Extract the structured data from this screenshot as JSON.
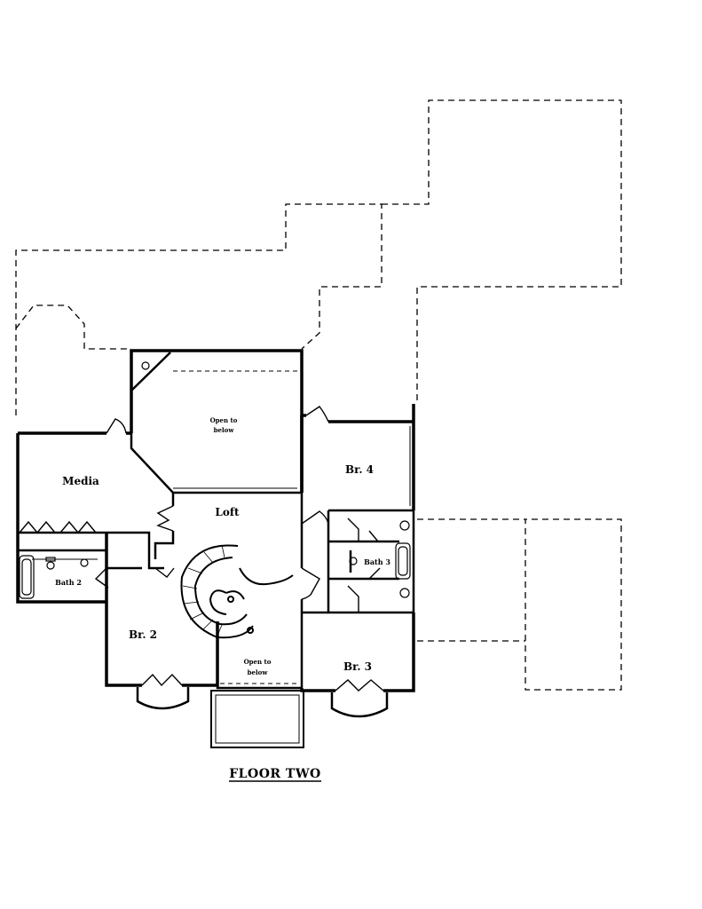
{
  "plan": {
    "title": "FLOOR TWO",
    "rooms": {
      "media": "Media",
      "open_to_below_top": [
        "Open to",
        "below"
      ],
      "loft": "Loft",
      "br4": "Br. 4",
      "bath2": "Bath 2",
      "bath3": "Bath 3",
      "br2": "Br. 2",
      "open_to_below_bottom": [
        "Open to",
        "below"
      ],
      "br3": "Br. 3"
    }
  }
}
